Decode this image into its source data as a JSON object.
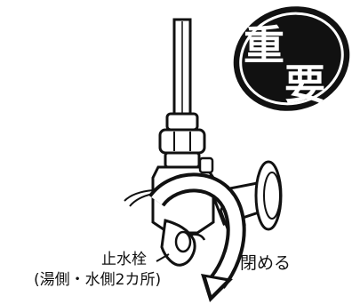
{
  "badge": {
    "char1": "重",
    "char2": "要"
  },
  "labels": {
    "valve_name": "止水栓",
    "valve_note": "(湯側・水側2カ所)",
    "action": "閉める"
  },
  "colors": {
    "ink": "#111111",
    "badge_bg": "#111111",
    "badge_text": "#ffffff",
    "paper": "#ffffff"
  }
}
